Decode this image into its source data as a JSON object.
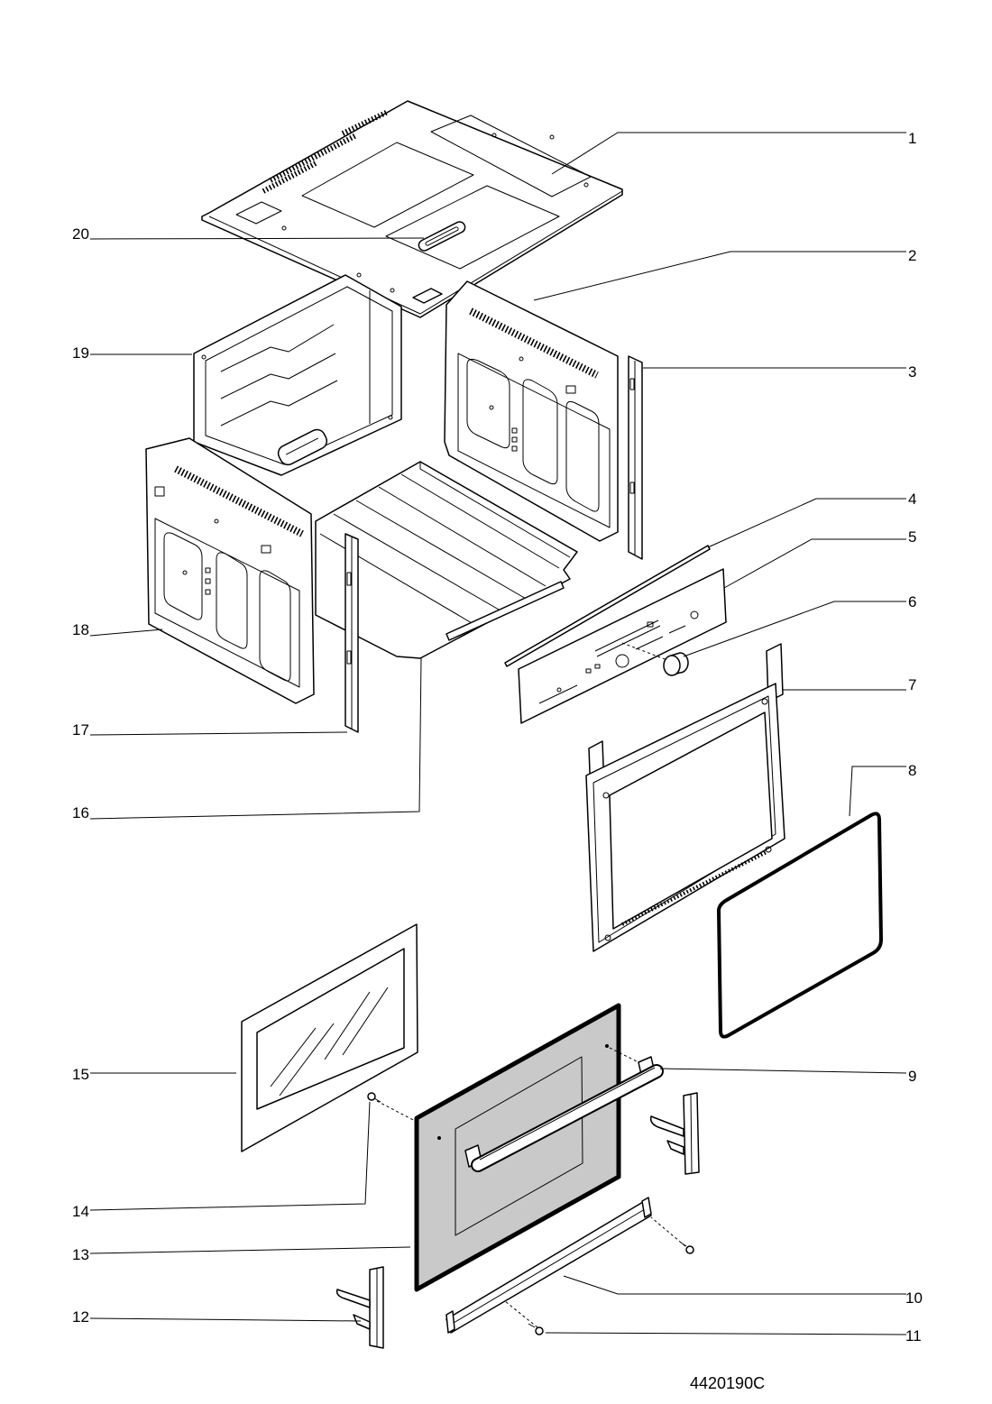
{
  "callouts": [
    "1",
    "2",
    "3",
    "4",
    "5",
    "6",
    "7",
    "8",
    "9",
    "10",
    "11",
    "12",
    "13",
    "14",
    "15",
    "16",
    "17",
    "18",
    "19",
    "20"
  ],
  "drawing_number": "4420190C"
}
